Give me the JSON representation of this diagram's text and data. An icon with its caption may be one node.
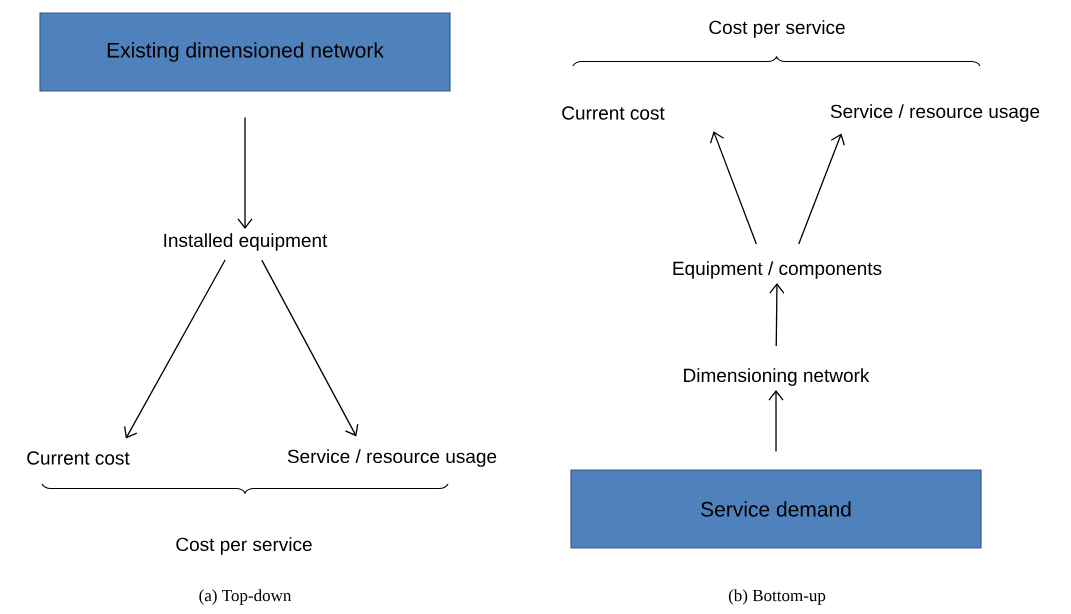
{
  "diagram": {
    "nodes": [
      {
        "text": [
          "Existing dimensioned network"
        ]
      },
      {
        "text": [
          "Installed equipment"
        ]
      },
      {
        "text": [
          "Current cost"
        ]
      },
      {
        "text": [
          "Service / resource usage"
        ]
      },
      {
        "text": [
          "Service demand"
        ]
      },
      {
        "text": [
          "Dimensioning network"
        ]
      },
      {
        "text": [
          "Equipment / components"
        ]
      },
      {
        "text": [
          "Current cost"
        ]
      },
      {
        "text": [
          "Service / resource usage"
        ]
      }
    ],
    "edges": [
      {
        "from": 0,
        "to": 1,
        "arrow": "to"
      },
      {
        "from": 1,
        "to": 2,
        "arrow": "to"
      },
      {
        "from": 1,
        "to": 3,
        "arrow": "to"
      },
      {
        "from": 4,
        "to": 5,
        "arrow": "to"
      },
      {
        "from": 5,
        "to": 6,
        "arrow": "to"
      },
      {
        "from": 6,
        "to": 7,
        "arrow": "to"
      },
      {
        "from": 6,
        "to": 8,
        "arrow": "to"
      }
    ],
    "labels": [
      "Cost per service",
      "Cost per service",
      "(a) Top-down",
      "(b) Bottom-up"
    ]
  }
}
